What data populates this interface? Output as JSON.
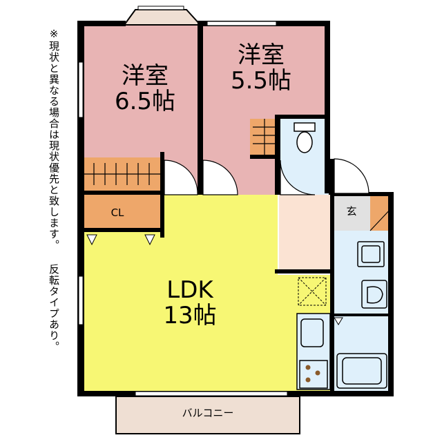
{
  "note": "※現状と異なる場合は現状優先と致します。 反転タイプあり。",
  "rooms": {
    "western_left": {
      "name": "洋室",
      "size": "6.5帖"
    },
    "western_right": {
      "name": "洋室",
      "size": "5.5帖"
    },
    "ldk": {
      "name": "LDK",
      "size": "13帖"
    },
    "closet": {
      "name": "CL"
    },
    "entrance": {
      "name": "玄"
    },
    "balcony": {
      "name": "バルコニー"
    }
  },
  "colors": {
    "western": "#e8b4b4",
    "ldk": "#f7f774",
    "closet": "#eea76a",
    "hall": "#fbe3d3",
    "entrance": "#e1e1e1",
    "wet": "#dff0fb",
    "balcony": "#efdfd3",
    "wall": "#000000"
  }
}
